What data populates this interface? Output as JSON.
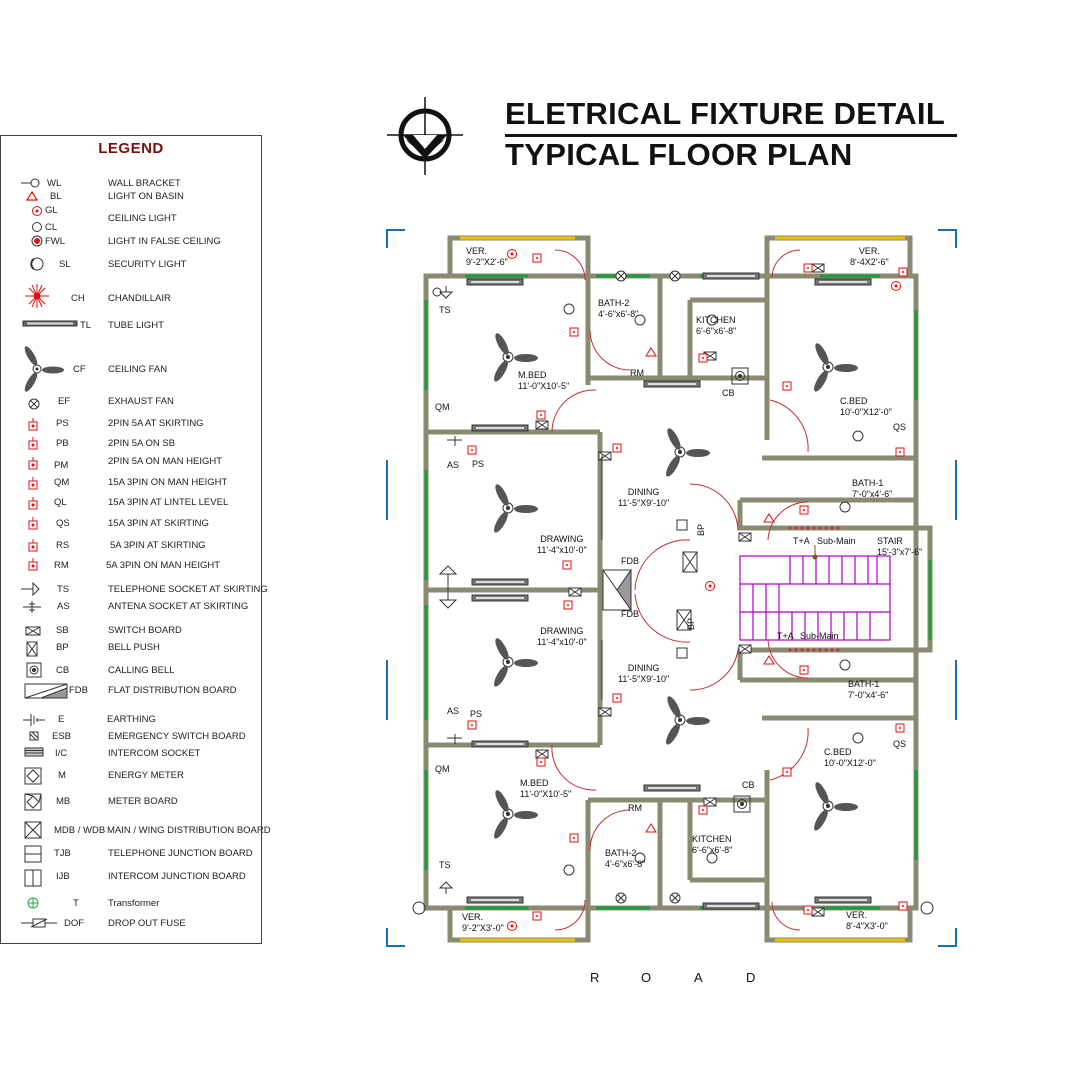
{
  "title": {
    "line1": "ELETRICAL FIXTURE DETAIL",
    "line2": "TYPICAL FLOOR PLAN"
  },
  "legend": {
    "heading": "LEGEND",
    "items": [
      {
        "code": "WL",
        "desc": "WALL BRACKET",
        "icon": "wall-bracket-icon"
      },
      {
        "code": "BL",
        "desc": "LIGHT ON BASIN",
        "icon": "basin-light-icon"
      },
      {
        "code": "GL",
        "desc": "CEILING LIGHT",
        "icon": "ceiling-light-icon"
      },
      {
        "code": "CL",
        "desc": "",
        "icon": "ceiling-light-circle-icon"
      },
      {
        "code": "FWL",
        "desc": "LIGHT IN FALSE CEILING",
        "icon": "false-ceiling-light-icon"
      },
      {
        "code": "SL",
        "desc": "SECURITY LIGHT",
        "icon": "security-light-icon"
      },
      {
        "code": "CH",
        "desc": "CHANDILLAIR",
        "icon": "chandelier-icon"
      },
      {
        "code": "TL",
        "desc": "TUBE LIGHT",
        "icon": "tube-light-icon"
      },
      {
        "code": "CF",
        "desc": "CEILING FAN",
        "icon": "ceiling-fan-icon"
      },
      {
        "code": "EF",
        "desc": "EXHAUST FAN",
        "icon": "exhaust-fan-icon"
      },
      {
        "code": "PS",
        "desc": "2PIN 5A AT SKIRTING",
        "icon": "socket-icon"
      },
      {
        "code": "PB",
        "desc": "2PIN 5A ON SB",
        "icon": "socket-icon"
      },
      {
        "code": "PM",
        "desc": "2PIN 5A ON MAN HEIGHT",
        "icon": "socket-icon"
      },
      {
        "code": "QM",
        "desc": "15A 3PIN ON MAN HEIGHT",
        "icon": "socket-icon"
      },
      {
        "code": "QL",
        "desc": "15A 3PIN AT LINTEL LEVEL",
        "icon": "socket-icon"
      },
      {
        "code": "QS",
        "desc": "15A 3PIN AT SKIRTING",
        "icon": "socket-icon"
      },
      {
        "code": "RS",
        "desc": "5A 3PIN AT SKIRTING",
        "icon": "socket-icon"
      },
      {
        "code": "RM",
        "desc": "5A 3PIN ON MAN HEIGHT",
        "icon": "socket-icon"
      },
      {
        "code": "TS",
        "desc": "TELEPHONE SOCKET AT SKIRTING",
        "icon": "telephone-socket-icon"
      },
      {
        "code": "AS",
        "desc": "ANTENA SOCKET AT SKIRTING",
        "icon": "antenna-socket-icon"
      },
      {
        "code": "SB",
        "desc": "SWITCH BOARD",
        "icon": "switch-board-icon"
      },
      {
        "code": "BP",
        "desc": "BELL PUSH",
        "icon": "bell-push-icon"
      },
      {
        "code": "CB",
        "desc": "CALLING BELL",
        "icon": "calling-bell-icon"
      },
      {
        "code": "FDB",
        "desc": "FLAT DISTRIBUTION BOARD",
        "icon": "distribution-board-icon"
      },
      {
        "code": "E",
        "desc": "EARTHING",
        "icon": "earthing-icon"
      },
      {
        "code": "ESB",
        "desc": "EMERGENCY SWITCH BOARD",
        "icon": "emergency-switch-icon"
      },
      {
        "code": "I/C",
        "desc": "INTERCOM SOCKET",
        "icon": "intercom-socket-icon"
      },
      {
        "code": "M",
        "desc": "ENERGY METER",
        "icon": "energy-meter-icon"
      },
      {
        "code": "MB",
        "desc": "METER BOARD",
        "icon": "meter-board-icon"
      },
      {
        "code": "MDB / WDB",
        "desc": "MAIN / WING DISTRIBUTION BOARD",
        "icon": "main-distribution-icon"
      },
      {
        "code": "TJB",
        "desc": "TELEPHONE JUNCTION BOARD",
        "icon": "telephone-junction-icon"
      },
      {
        "code": "IJB",
        "desc": "INTERCOM JUNCTION BOARD",
        "icon": "intercom-junction-icon"
      },
      {
        "code": "T",
        "desc": "Transformer",
        "icon": "transformer-icon"
      },
      {
        "code": "DOF",
        "desc": "DROP OUT FUSE",
        "icon": "drop-out-fuse-icon"
      }
    ]
  },
  "plan": {
    "rooms": {
      "ver_tl": {
        "name": "VER.",
        "size": "9'-2\"X2'-6\""
      },
      "ver_tr": {
        "name": "VER.",
        "size": "8'-4X2'-6\""
      },
      "bath2_top": {
        "name": "BATH-2",
        "size": "4'-6\"x6'-8\""
      },
      "kitchen_top": {
        "name": "KITCHEN",
        "size": "6'-6\"x6'-8\""
      },
      "mbed_top": {
        "name": "M.BED",
        "size": "11'-0\"X10'-5\""
      },
      "cbed_top": {
        "name": "C.BED",
        "size": "10'-0\"X12'-0\""
      },
      "dining_top": {
        "name": "DINING",
        "size": "11'-5\"X9'-10\""
      },
      "bath1_top": {
        "name": "BATH-1",
        "size": "7'-0\"x4'-6\""
      },
      "drawing_top": {
        "name": "DRAWING",
        "size": "11'-4\"x10'-0\""
      },
      "stair": {
        "name": "STAIR",
        "size": "15'-3\"x7'-6\""
      },
      "drawing_bot": {
        "name": "DRAWING",
        "size": "11'-4\"x10'-0\""
      },
      "dining_bot": {
        "name": "DINING",
        "size": "11'-5\"X9'-10\""
      },
      "bath1_bot": {
        "name": "BATH-1",
        "size": "7'-0\"x4'-6\""
      },
      "cbed_bot": {
        "name": "C.BED",
        "size": "10'-0\"X12'-0\""
      },
      "mbed_bot": {
        "name": "M.BED",
        "size": "11'-0\"X10'-5\""
      },
      "kitchen_bot": {
        "name": "KITCHEN",
        "size": "6'-6\"x6'-8\""
      },
      "bath2_bot": {
        "name": "BATH-2",
        "size": "4'-6\"x6'-8\""
      },
      "ver_bl": {
        "name": "VER.",
        "size": "9'-2\"X3'-0\""
      },
      "ver_br": {
        "name": "VER.",
        "size": "8'-4\"X3'-0\""
      }
    },
    "symbols": {
      "ts": "TS",
      "qm": "QM",
      "as": "AS",
      "ps": "PS",
      "rm": "RM",
      "cb": "CB",
      "qs": "QS",
      "fdb": "FDB",
      "bp": "BP",
      "ta": "T+A",
      "sub_main": "Sub-Main"
    },
    "road": [
      "R",
      "O",
      "A",
      "D"
    ]
  },
  "colors": {
    "legend_heading": "#7a1010",
    "wall": "#8a8a72",
    "window_green": "#1f9a3a",
    "window_yellow": "#f2c200",
    "socket_red": "#e01010",
    "stair_magenta": "#b000c8",
    "frame_blue": "#1a6fb0"
  }
}
